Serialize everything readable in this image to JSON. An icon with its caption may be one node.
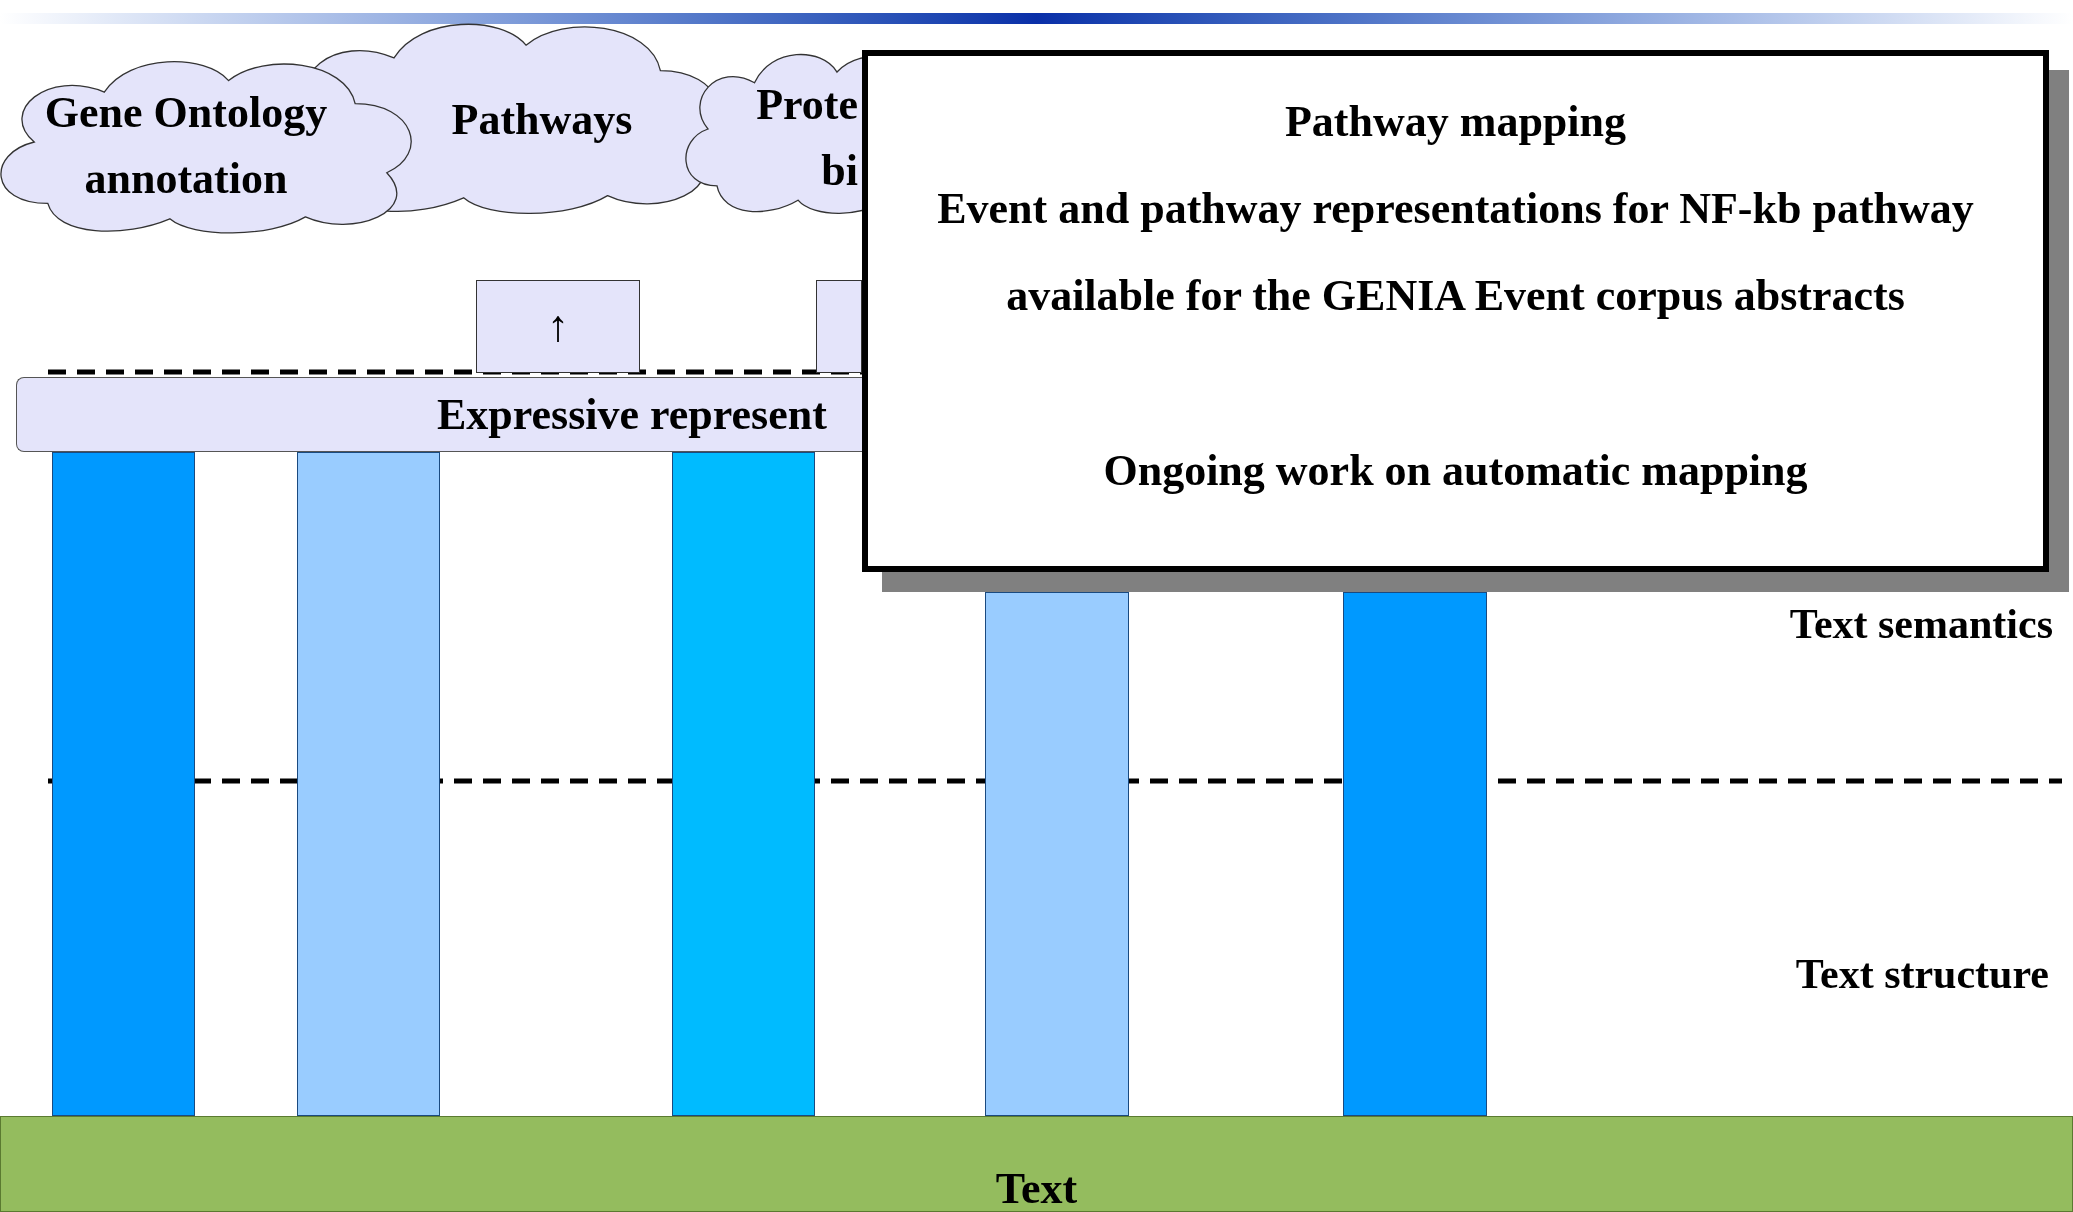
{
  "diagram": {
    "nodes": [
      {
        "text": [
          "Gene Ontology annotation"
        ]
      },
      {
        "text": [
          "Pathways"
        ]
      },
      {
        "text": [
          "Prote bi"
        ]
      },
      {
        "text": [
          "↑"
        ]
      },
      {
        "text": [],
        "shape": "box"
      },
      {
        "text": [
          "Expressive represent"
        ]
      },
      {
        "text": [],
        "shape": "bar"
      },
      {
        "text": [],
        "shape": "bar"
      },
      {
        "text": [],
        "shape": "bar"
      },
      {
        "text": [],
        "shape": "bar"
      },
      {
        "text": [],
        "shape": "bar"
      },
      {
        "text": [
          "Pathway mapping",
          "Event and pathway representations for NF-kb pathway available for the GENIA Event corpus abstracts",
          "Ongoing work on automatic mapping"
        ]
      },
      {
        "text": [
          "Text"
        ]
      }
    ],
    "labels": [
      "Text semantics",
      "Text structure"
    ]
  }
}
